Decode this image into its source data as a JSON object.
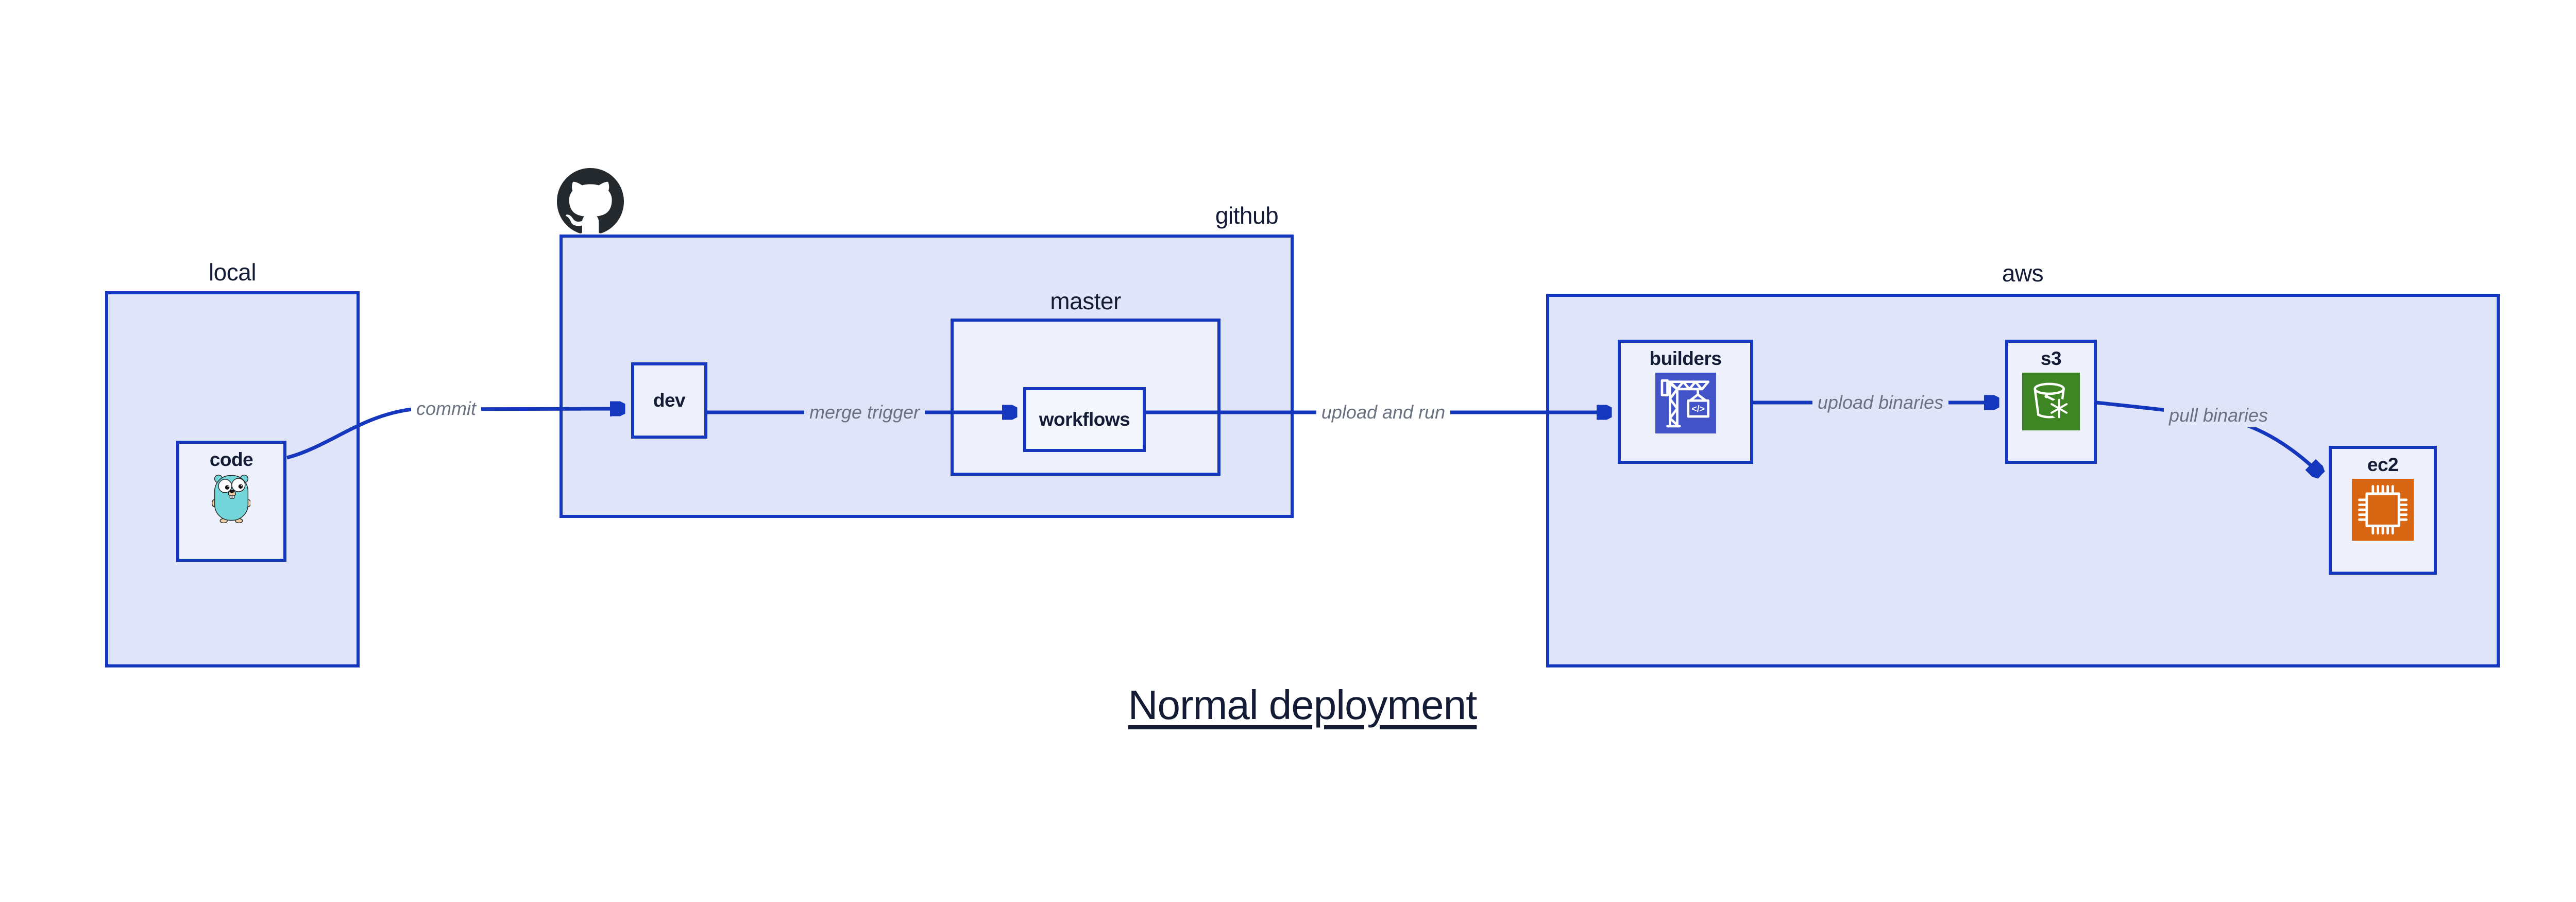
{
  "title": "Normal deployment",
  "containers": {
    "local": {
      "label": "local"
    },
    "github": {
      "label": "github"
    },
    "master": {
      "label": "master"
    },
    "aws": {
      "label": "aws"
    }
  },
  "nodes": {
    "code": {
      "label": "code"
    },
    "dev": {
      "label": "dev"
    },
    "workflows": {
      "label": "workflows"
    },
    "builders": {
      "label": "builders"
    },
    "s3": {
      "label": "s3"
    },
    "ec2": {
      "label": "ec2"
    }
  },
  "edges": {
    "commit": {
      "label": "commit"
    },
    "merge_trigger": {
      "label": "merge trigger"
    },
    "upload_and_run": {
      "label": "upload and run"
    },
    "upload_binaries": {
      "label": "upload binaries"
    },
    "pull_binaries": {
      "label": "pull binaries"
    }
  },
  "icons": {
    "github": "github-octocat-icon",
    "code": "go-gopher-icon",
    "builders": "codebuild-crane-icon",
    "s3": "s3-glacier-bucket-icon",
    "ec2": "ec2-chip-icon",
    "builders_glyph": "</>"
  },
  "colors": {
    "border_blue": "#1437bd",
    "arrow_blue": "#1437bd",
    "container_fill": "#dfe4f8",
    "node_fill": "#eef1fb",
    "workflows_fill": "#f4f6fd",
    "text_navy": "#131b35",
    "edge_label_gray": "#6a7280",
    "github_black": "#24292e",
    "gopher_teal": "#72d6da",
    "gopher_tan": "#f1cfa5",
    "codebuild_indigo": "#4353c8",
    "s3_green": "#3e8624",
    "ec2_orange": "#d86613",
    "background": "#ffffff"
  }
}
